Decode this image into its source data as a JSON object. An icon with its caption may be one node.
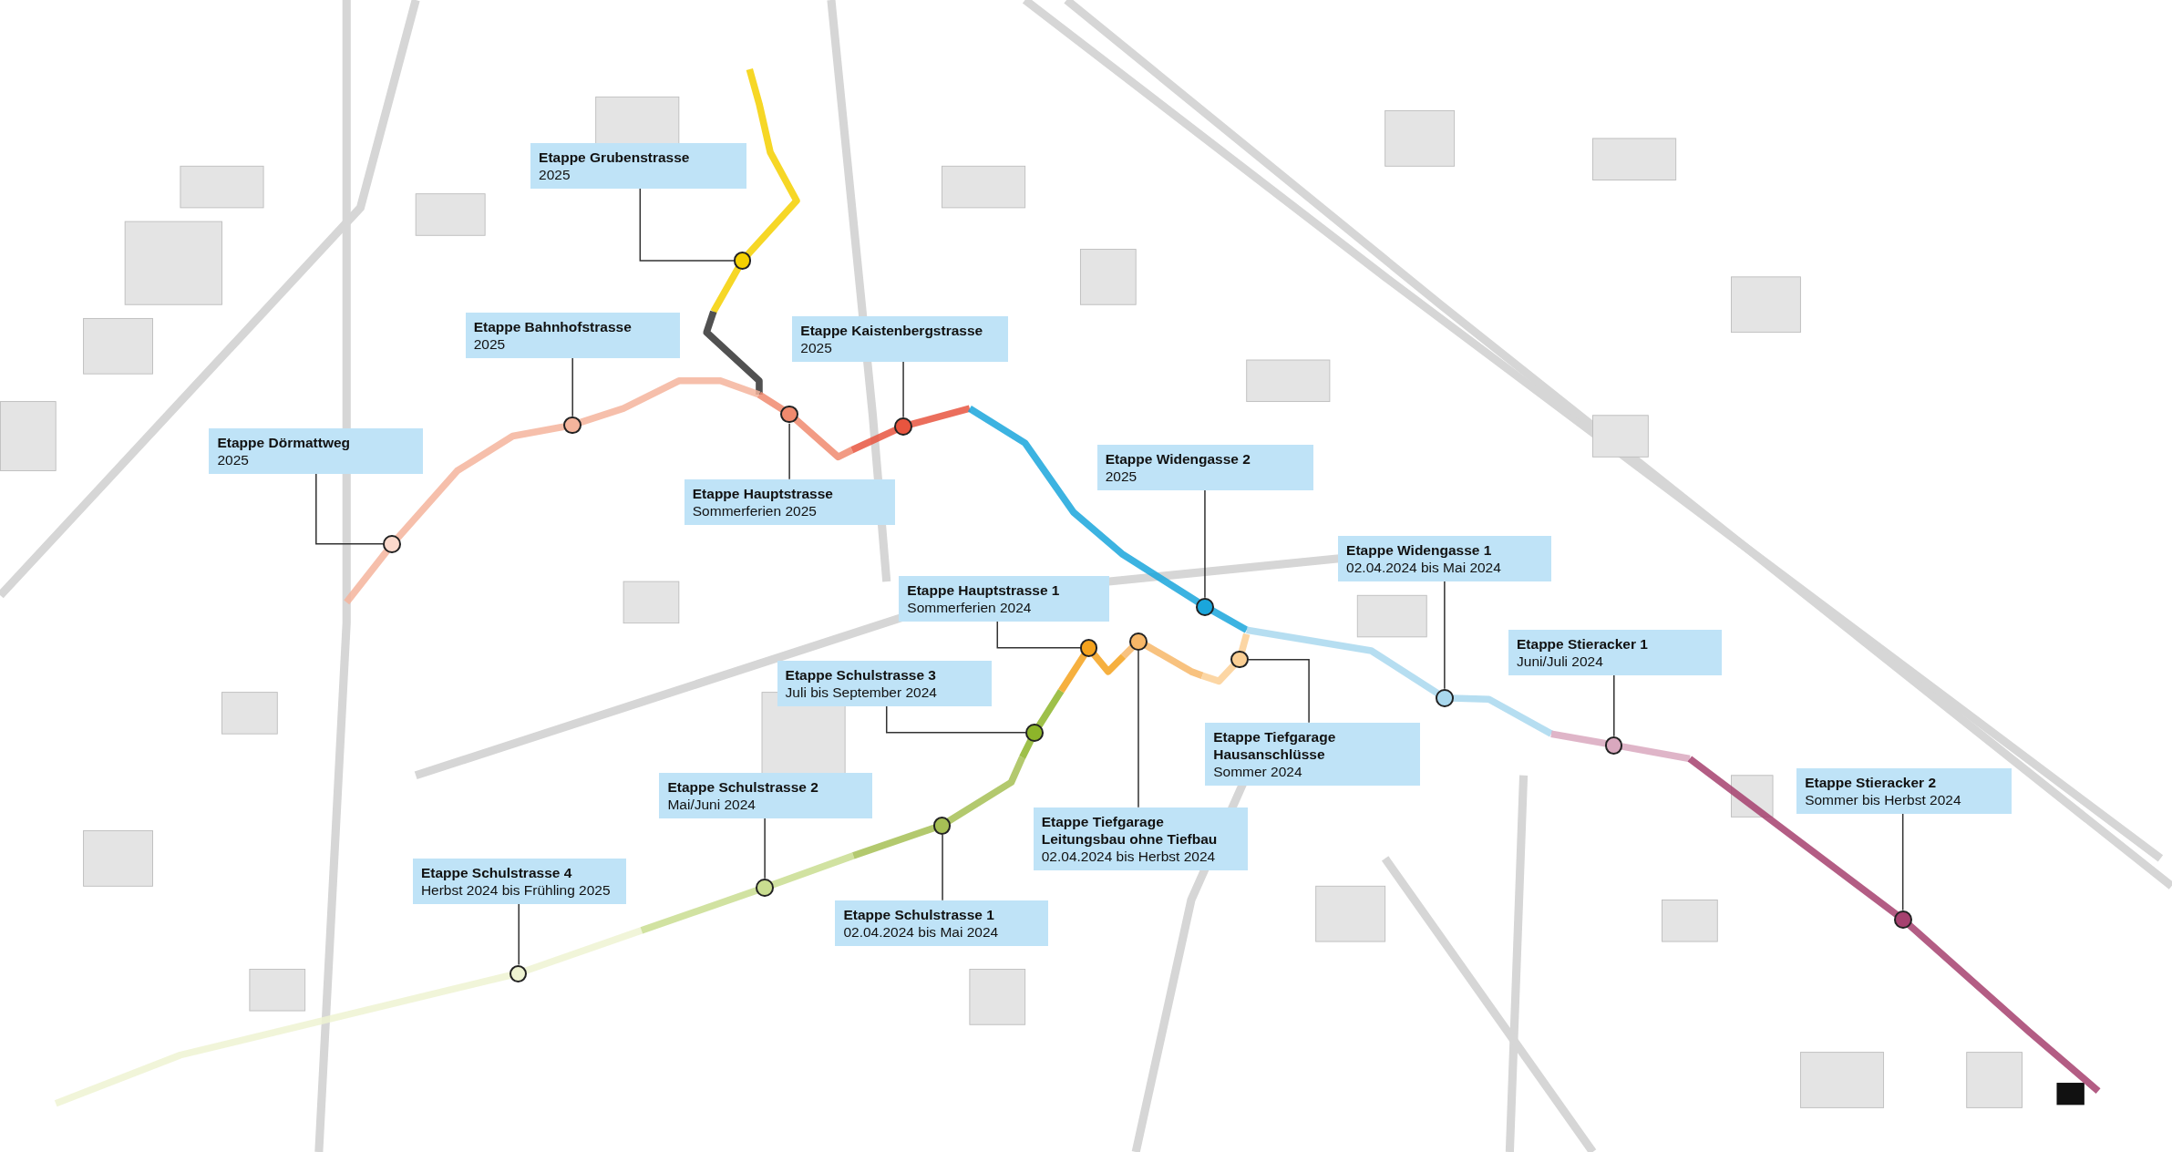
{
  "diagram": {
    "nodes": [
      {
        "text": [
          "Etappe Grubenstrasse",
          "2025"
        ]
      },
      {
        "text": [],
        "shape": "circle"
      },
      {
        "text": [
          "Etappe Bahnhofstrasse",
          "2025"
        ]
      },
      {
        "text": [],
        "shape": "circle"
      },
      {
        "text": [
          "Etappe Kaistenbergstrasse",
          "2025"
        ]
      },
      {
        "text": [],
        "shape": "circle"
      },
      {
        "text": [
          "Etappe Dörmattweg",
          "2025"
        ]
      },
      {
        "text": [],
        "shape": "circle"
      },
      {
        "text": [
          "Etappe Hauptstrasse",
          "Sommerferien 2025"
        ]
      },
      {
        "text": [],
        "shape": "circle"
      },
      {
        "text": [
          "Etappe Widengasse 2",
          "2025"
        ]
      },
      {
        "text": [],
        "shape": "circle"
      },
      {
        "text": [
          "Etappe Widengasse 1",
          "02.04.2024 bis Mai 2024"
        ]
      },
      {
        "text": [],
        "shape": "circle"
      },
      {
        "text": [
          "Etappe Hauptstrasse 1",
          "Sommerferien 2024"
        ]
      },
      {
        "text": [],
        "shape": "circle"
      },
      {
        "text": [
          "Etappe Stieracker 1",
          "Juni/Juli 2024"
        ]
      },
      {
        "text": [],
        "shape": "circle"
      },
      {
        "text": [
          "Etappe Schulstrasse 3",
          "Juli bis September 2024"
        ]
      },
      {
        "text": [],
        "shape": "circle"
      },
      {
        "text": [
          "Etappe Tiefgarage Hausanschlüsse",
          "Sommer 2024"
        ]
      },
      {
        "text": [],
        "shape": "circle"
      },
      {
        "text": [
          "Etappe Schulstrasse 2",
          "Mai/Juni 2024"
        ]
      },
      {
        "text": [],
        "shape": "circle"
      },
      {
        "text": [
          "Etappe Stieracker 2",
          "Sommer bis Herbst 2024"
        ]
      },
      {
        "text": [],
        "shape": "circle"
      },
      {
        "text": [
          "Etappe Tiefgarage Leitungsbau ohne Tiefbau",
          "02.04.2024 bis Herbst 2024"
        ]
      },
      {
        "text": [],
        "shape": "circle"
      },
      {
        "text": [
          "Etappe Schulstrasse 1",
          "02.04.2024 bis Mai 2024"
        ]
      },
      {
        "text": [],
        "shape": "circle"
      },
      {
        "text": [
          "Etappe Schulstrasse 4",
          "Herbst 2024 bis Frühling 2025"
        ]
      },
      {
        "text": [],
        "shape": "circle"
      }
    ],
    "edges": [
      {
        "from": 0,
        "to": 1,
        "arrow": "none"
      },
      {
        "from": 2,
        "to": 3,
        "arrow": "none"
      },
      {
        "from": 4,
        "to": 5,
        "arrow": "none"
      },
      {
        "from": 6,
        "to": 7,
        "arrow": "none"
      },
      {
        "from": 8,
        "to": 9,
        "arrow": "none"
      },
      {
        "from": 10,
        "to": 11,
        "arrow": "none"
      },
      {
        "from": 12,
        "to": 13,
        "arrow": "none"
      },
      {
        "from": 14,
        "to": 15,
        "arrow": "none"
      },
      {
        "from": 16,
        "to": 17,
        "arrow": "none"
      },
      {
        "from": 18,
        "to": 19,
        "arrow": "none"
      },
      {
        "from": 20,
        "to": 21,
        "arrow": "none"
      },
      {
        "from": 22,
        "to": 23,
        "arrow": "none"
      },
      {
        "from": 24,
        "to": 25,
        "arrow": "none"
      },
      {
        "from": 26,
        "to": 27,
        "arrow": "none"
      },
      {
        "from": 28,
        "to": 29,
        "arrow": "none"
      },
      {
        "from": 30,
        "to": 31,
        "arrow": "none"
      }
    ]
  }
}
